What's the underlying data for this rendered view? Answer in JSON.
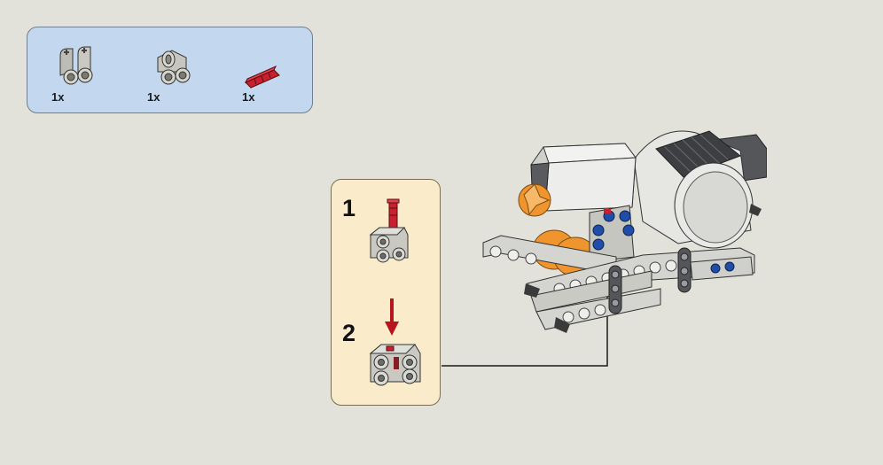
{
  "parts_list": {
    "items": [
      {
        "name": "double-cross-block",
        "quantity": "1x"
      },
      {
        "name": "pin-connector-block",
        "quantity": "1x"
      },
      {
        "name": "axle-pin",
        "quantity": "1x"
      }
    ]
  },
  "substeps": [
    {
      "number": "1"
    },
    {
      "number": "2"
    }
  ],
  "colors": {
    "background": "#e2e2db",
    "parts_panel": "#c3d8ee",
    "steps_panel": "#faeccb",
    "beam_grey": "#d4d4d0",
    "dark_grey": "#58595b",
    "pin_red": "#c8202d",
    "arrow_red": "#b8141e",
    "gear_orange": "#f0952e",
    "pin_blue": "#1f4da8"
  }
}
